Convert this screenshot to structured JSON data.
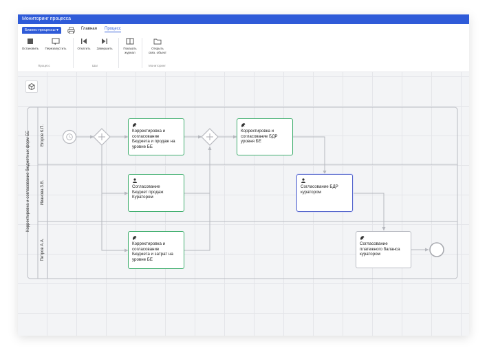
{
  "window": {
    "title": "Мониторинг процесса"
  },
  "menu": {
    "bp_button": "Бизнес-процессы",
    "tabs": [
      {
        "label": "Главная"
      },
      {
        "label": "Процесс"
      }
    ]
  },
  "ribbon": {
    "groups": [
      {
        "label": "Процесс",
        "buttons": [
          {
            "label": "Остановить",
            "icon": "stop-icon"
          },
          {
            "label": "Перезапустить",
            "icon": "restart-icon"
          }
        ]
      },
      {
        "label": "Шаг",
        "buttons": [
          {
            "label": "Откатить",
            "icon": "step-back-icon"
          },
          {
            "label": "Завершить",
            "icon": "step-forward-icon"
          }
        ]
      },
      {
        "label": "",
        "buttons": [
          {
            "label": "Показать журнал",
            "line1": "Показать",
            "line2": "журнал",
            "icon": "journal-icon"
          }
        ]
      },
      {
        "label": "Мониторинг",
        "buttons": [
          {
            "label": "Открыть связ. объект",
            "line1": "Открыть",
            "line2": "связ. объект",
            "icon": "folder-icon"
          }
        ]
      }
    ]
  },
  "pool": {
    "label": "Корректировка и согласование бюджетных форм БЕ"
  },
  "lanes": [
    {
      "label": "Егоров К.П."
    },
    {
      "label": "Иванова З.В."
    },
    {
      "label": "Петров А.А."
    }
  ],
  "tasks": [
    {
      "lines": [
        "Корректировка и",
        "согласование",
        "Бюджета и продаж на",
        "уровне БЕ"
      ],
      "kind": "service",
      "status": "completed"
    },
    {
      "lines": [
        "Корректировка и",
        "согласование БДР",
        "уровня БЕ"
      ],
      "kind": "service",
      "status": "completed"
    },
    {
      "lines": [
        "Согласование",
        "Бюджет продаж",
        "Куратором"
      ],
      "kind": "user",
      "status": "completed"
    },
    {
      "lines": [
        "Согласование БДР",
        "куратором"
      ],
      "kind": "user",
      "status": "active"
    },
    {
      "lines": [
        "Корректировка и",
        "согласование",
        "Бюджета и затрат на",
        "уровне БЕ"
      ],
      "kind": "service",
      "status": "completed"
    },
    {
      "lines": [
        "Согласование",
        "платежного баланса",
        "куратором"
      ],
      "kind": "service",
      "status": "pending"
    }
  ],
  "colors": {
    "accent": "#2f5bd8",
    "completed": "#3fae6e",
    "active": "#5566cc",
    "pending": "#b9bcc3"
  }
}
